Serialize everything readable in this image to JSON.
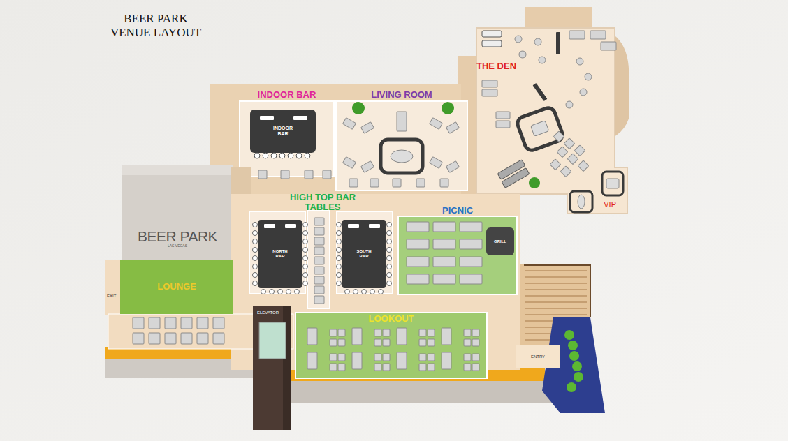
{
  "diagram": {
    "title": "BEER PARK VENUE LAYOUT",
    "nodes": [
      {
        "text": [
          "INDOOR BAR"
        ]
      },
      {
        "text": [
          "INDOOR BAR"
        ],
        "in": 0
      },
      {
        "text": [
          "LIVING ROOM"
        ]
      },
      {
        "text": [
          "THE DEN"
        ]
      },
      {
        "text": [
          "VIP"
        ],
        "in": 3
      },
      {
        "text": [
          "HIGH TOP BAR TABLES"
        ]
      },
      {
        "text": [
          "NORTH BAR"
        ],
        "in": 5
      },
      {
        "text": [
          "SOUTH BAR"
        ],
        "in": 5
      },
      {
        "text": [
          "PICNIC"
        ]
      },
      {
        "text": [
          "GRILL"
        ],
        "in": 8
      },
      {
        "text": [
          "BEER PARK",
          "LAS VEGAS"
        ]
      },
      {
        "text": [
          "LOUNGE"
        ]
      },
      {
        "text": [
          "ELEVATOR"
        ]
      },
      {
        "text": [
          "LOOKOUT"
        ]
      },
      {
        "text": [
          "ENTRY"
        ]
      }
    ],
    "labels": [
      "EXIT"
    ]
  }
}
